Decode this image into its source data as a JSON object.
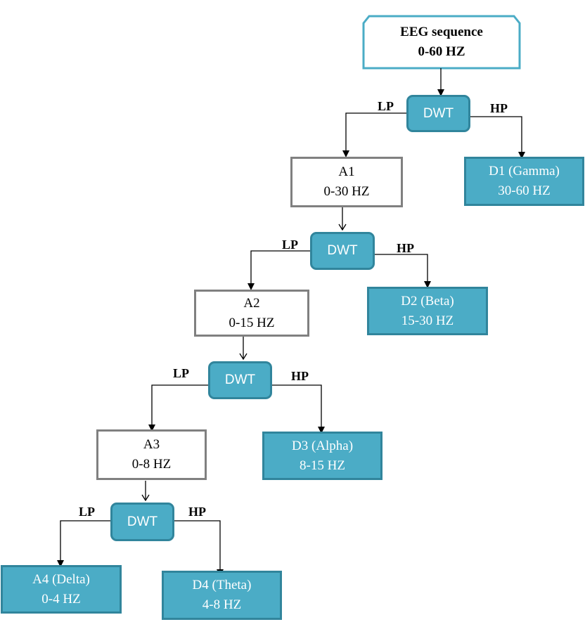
{
  "colors": {
    "accent_fill": "#4bacc6",
    "accent_border": "#31859c",
    "approx_border": "#808080",
    "root_border": "#4bacc6"
  },
  "root": {
    "line1": "EEG sequence",
    "line2": "0-60 HZ"
  },
  "dwt_label": "DWT",
  "lp_label": "LP",
  "hp_label": "HP",
  "approximations": [
    {
      "line1": "A1",
      "line2": "0-30 HZ"
    },
    {
      "line1": "A2",
      "line2": "0-15 HZ"
    },
    {
      "line1": "A3",
      "line2": "0-8 HZ"
    }
  ],
  "details": [
    {
      "line1": "D1 (Gamma)",
      "line2": "30-60 HZ"
    },
    {
      "line1": "D2 (Beta)",
      "line2": "15-30 HZ"
    },
    {
      "line1": "D3 (Alpha)",
      "line2": "8-15 HZ"
    },
    {
      "line1": "D4 (Theta)",
      "line2": "4-8 HZ"
    }
  ],
  "final_approx": {
    "line1": "A4 (Delta)",
    "line2": "0-4 HZ"
  }
}
